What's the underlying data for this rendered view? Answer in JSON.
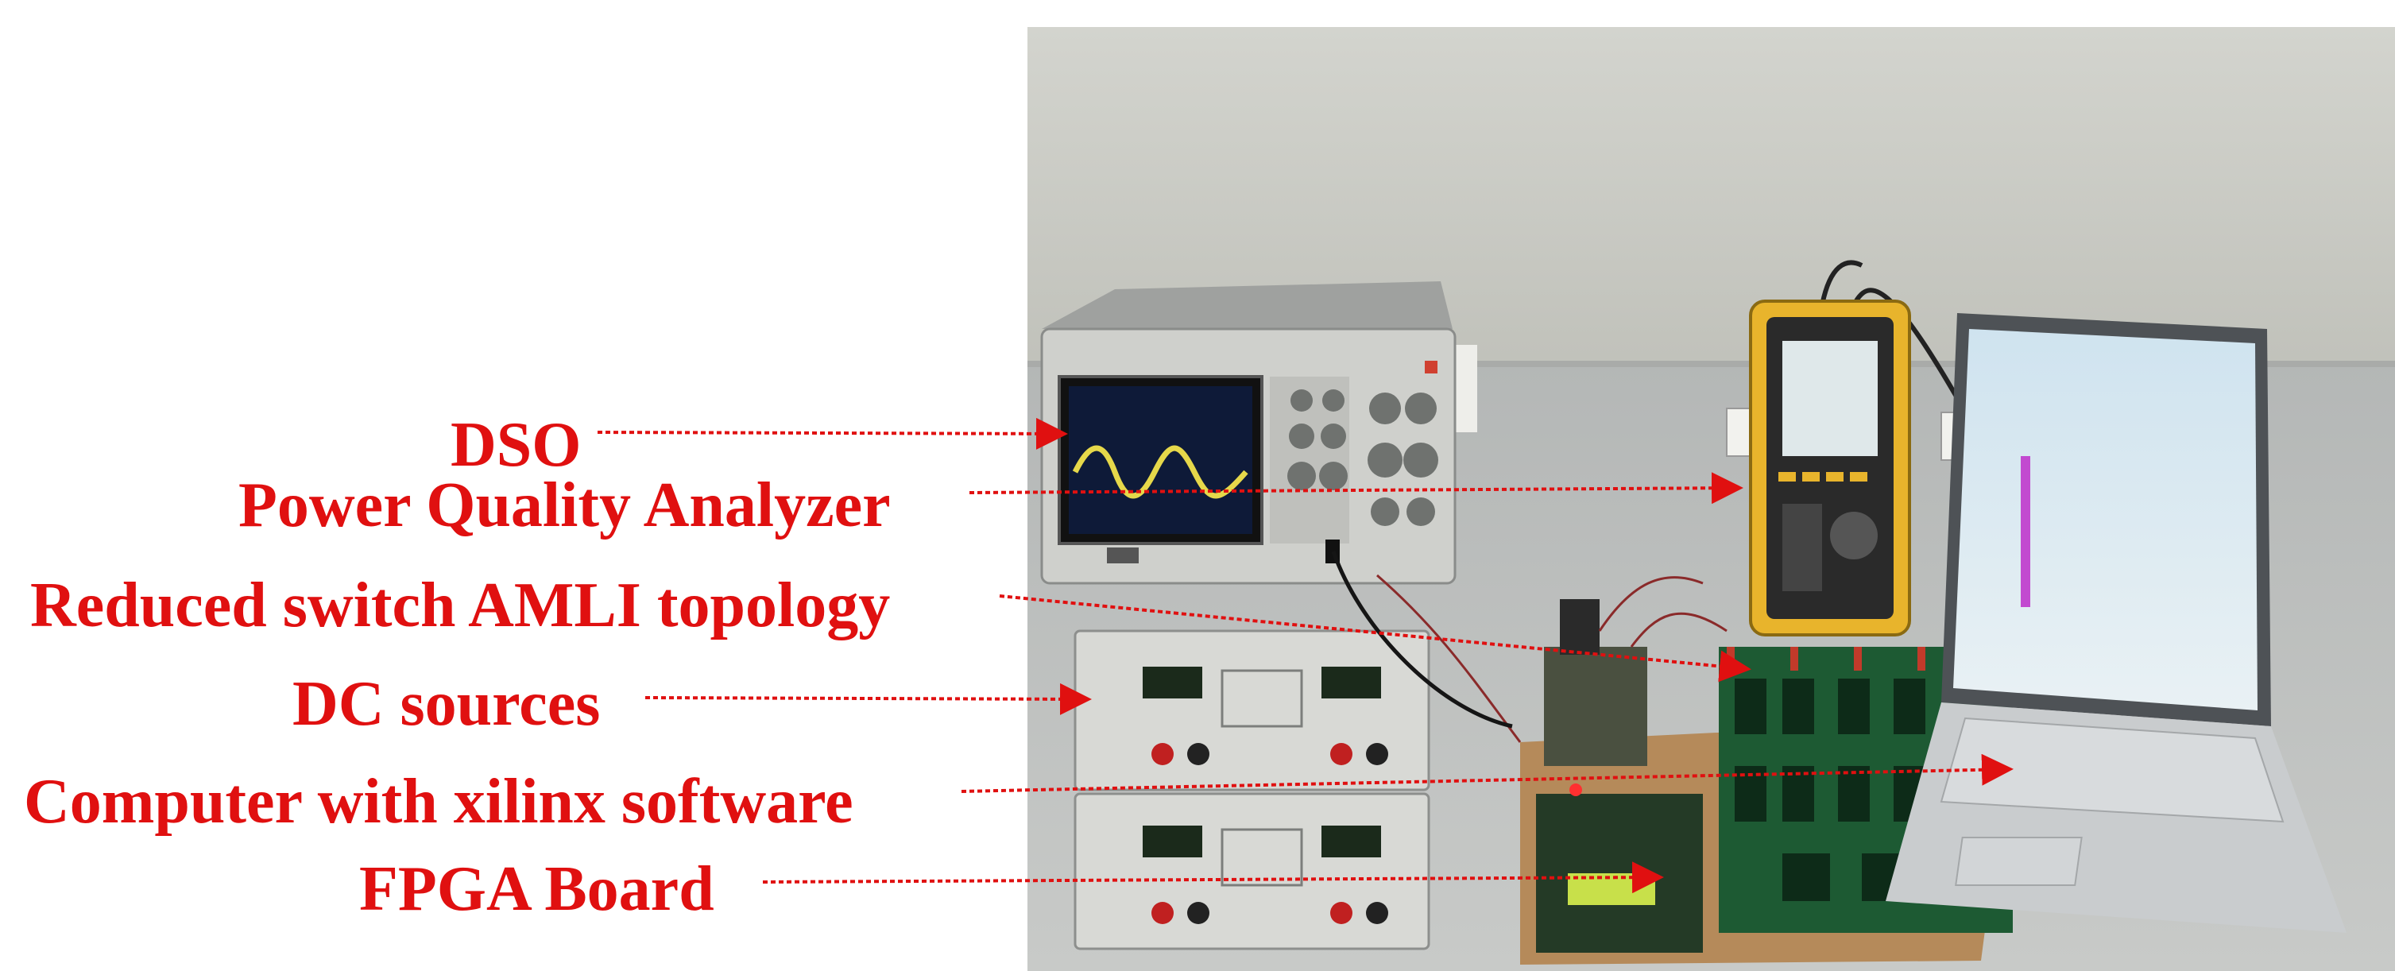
{
  "figure": {
    "labels": [
      {
        "id": "dso",
        "text": "DSO"
      },
      {
        "id": "pqa",
        "text": "Power Quality Analyzer"
      },
      {
        "id": "amli",
        "text": "Reduced switch AMLI topology"
      },
      {
        "id": "dc",
        "text": "DC sources"
      },
      {
        "id": "computer",
        "text": "Computer with xilinx software"
      },
      {
        "id": "fpga",
        "text": "FPGA Board"
      }
    ],
    "colors": {
      "label": "#e01010",
      "background": "#ffffff",
      "wall": "#c9cac4",
      "table": "#b7b9b6"
    }
  }
}
